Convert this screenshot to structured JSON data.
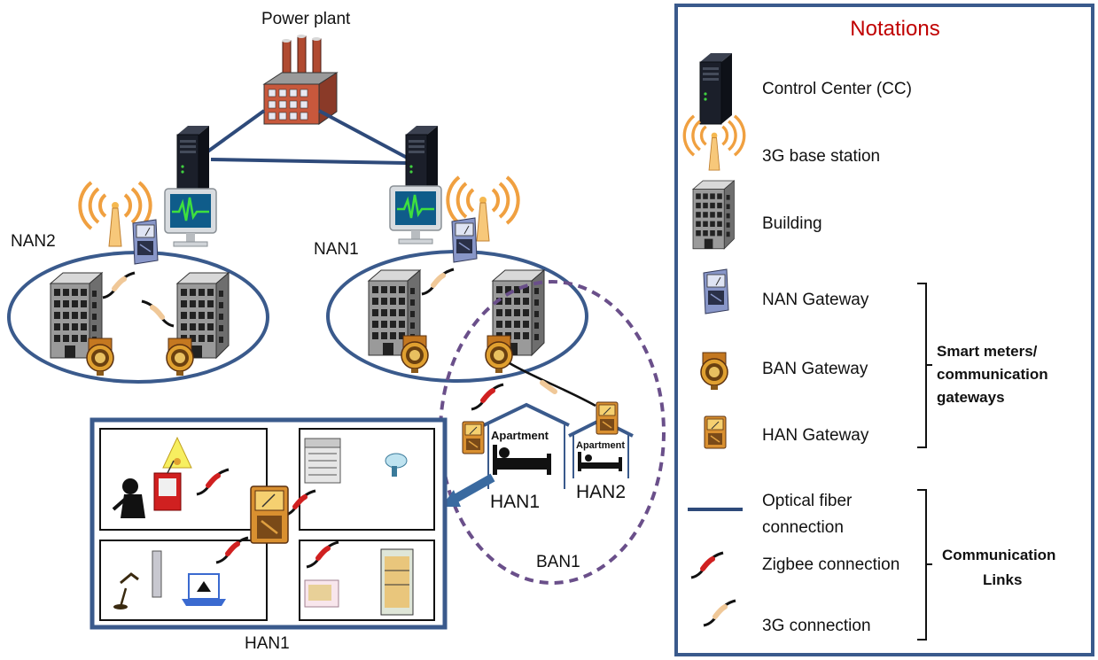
{
  "labels": {
    "power_plant": "Power plant",
    "nan2": "NAN2",
    "nan1": "NAN1",
    "ban1": "BAN1",
    "han1_inset": "HAN1",
    "han1_apartment": "HAN1",
    "han2_apartment": "HAN2",
    "apartment_1": "Apartment",
    "apartment_2": "Apartment"
  },
  "legend": {
    "title": "Notations",
    "items": [
      {
        "icon": "control-center-icon",
        "text": "Control Center (CC)"
      },
      {
        "icon": "base-station-icon",
        "text": "3G base station"
      },
      {
        "icon": "building-icon",
        "text": "Building"
      },
      {
        "icon": "nan-gateway-icon",
        "text": "NAN Gateway"
      },
      {
        "icon": "ban-gateway-icon",
        "text": "BAN Gateway"
      },
      {
        "icon": "han-gateway-icon",
        "text": "HAN Gateway"
      },
      {
        "icon": "fiber-line-icon",
        "text_line1": "Optical fiber",
        "text_line2": "connection"
      },
      {
        "icon": "zigbee-link-icon",
        "text": "Zigbee connection"
      },
      {
        "icon": "3g-link-icon",
        "text": "3G connection"
      }
    ],
    "group_smart_meters": {
      "line1": "Smart meters/",
      "line2": "communication",
      "line3": "gateways"
    },
    "group_links": {
      "line1": "Communication",
      "line2": "Links"
    }
  },
  "colors": {
    "fiber": "#2e4a7a",
    "border": "#3a5a8c",
    "ban_dashed": "#6a4f8a",
    "title_red": "#c00000",
    "signal_orange": "#f0a040",
    "zigbee_red": "#d02020",
    "g3_tan": "#f0c898"
  }
}
